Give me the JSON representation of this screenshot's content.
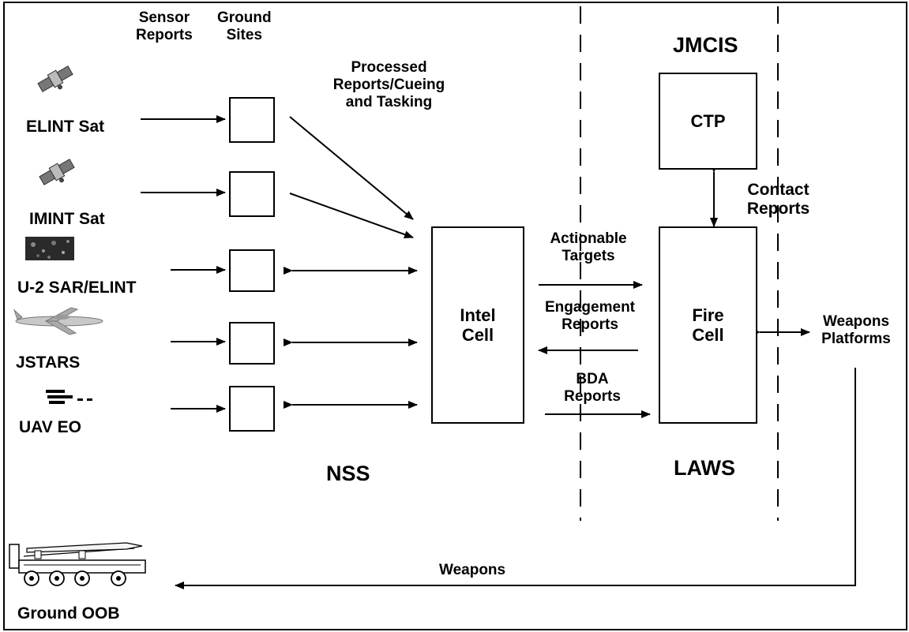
{
  "header": {
    "sensor_reports": "Sensor\nReports",
    "ground_sites": "Ground\nSites"
  },
  "sensors": [
    {
      "label": "ELINT Sat",
      "icon": "satellite-icon"
    },
    {
      "label": "IMINT Sat",
      "icon": "satellite-icon"
    },
    {
      "label": "U-2 SAR/ELINT",
      "icon": "sar-image-icon"
    },
    {
      "label": "JSTARS",
      "icon": "aircraft-icon"
    },
    {
      "label": "UAV EO",
      "icon": "uav-icon"
    }
  ],
  "flows": {
    "processed": "Processed\nReports/Cueing\nand Tasking",
    "actionable": "Actionable\nTargets",
    "engagement": "Engagement\nReports",
    "bda": "BDA\nReports",
    "contact": "Contact\nReports",
    "weapons": "Weapons"
  },
  "nodes": {
    "intel_cell": "Intel\nCell",
    "fire_cell": "Fire\nCell",
    "ctp": "CTP",
    "weapons_platforms": "Weapons\nPlatforms",
    "ground_oob": "Ground OOB"
  },
  "regions": {
    "jmcis": "JMCIS",
    "nss": "NSS",
    "laws": "LAWS"
  },
  "colors": {
    "line": "#000000",
    "background": "#ffffff"
  },
  "icons": [
    "satellite-icon",
    "sar-image-icon",
    "aircraft-icon",
    "uav-icon",
    "missile-launcher-truck-icon",
    "arrow-icon"
  ]
}
